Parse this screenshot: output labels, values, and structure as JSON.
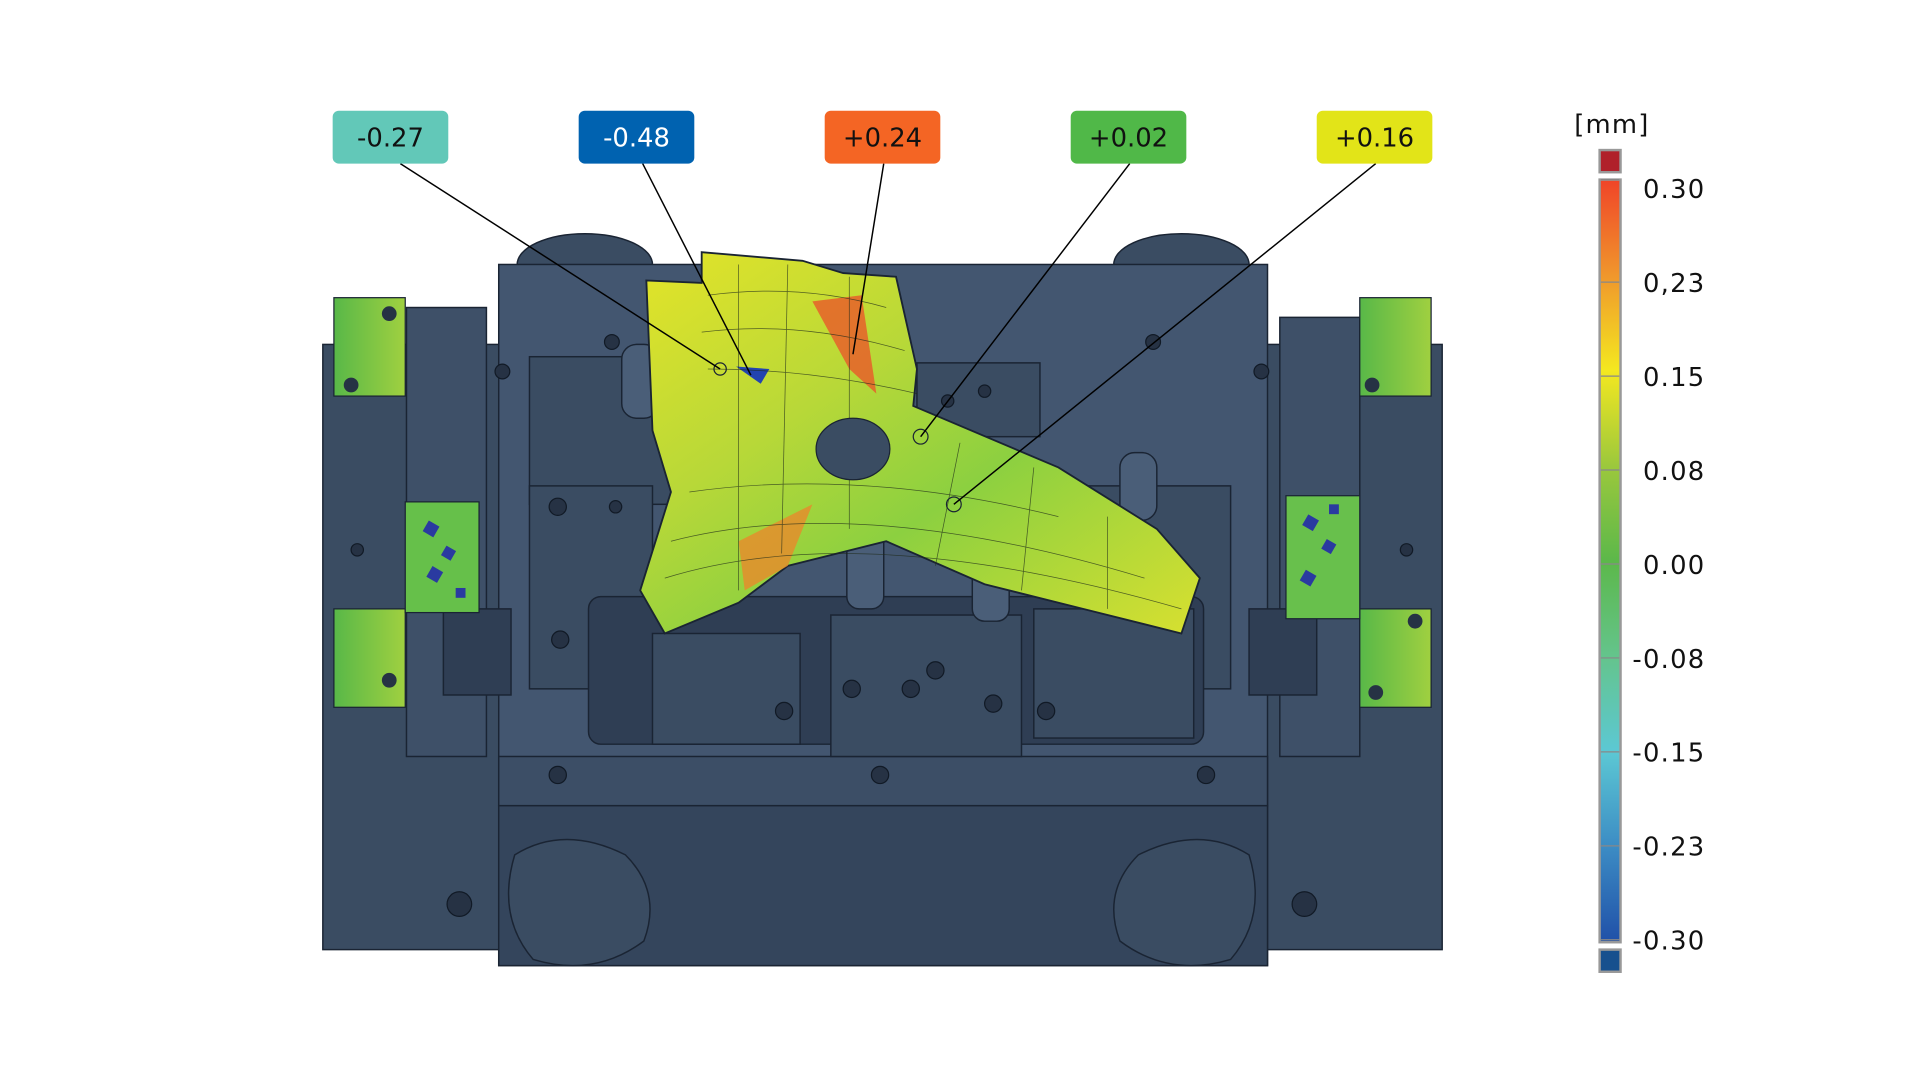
{
  "callouts": [
    {
      "text": "-0.27",
      "bg": "#62c8b8",
      "fg": "#111111"
    },
    {
      "text": "-0.48",
      "bg": "#0062b0",
      "fg": "#ffffff"
    },
    {
      "text": "+0.24",
      "bg": "#f46524",
      "fg": "#111111"
    },
    {
      "text": "+0.02",
      "bg": "#50b848",
      "fg": "#111111"
    },
    {
      "text": "+0.16",
      "bg": "#e2e418",
      "fg": "#111111"
    }
  ],
  "legend": {
    "unit": "[mm]",
    "ticks": [
      "0.30",
      "0,23",
      "0.15",
      "0.08",
      "0.00",
      "-0.08",
      "-0.15",
      "-0.23",
      "-0.30"
    ],
    "over_color": "#b0202a",
    "under_color": "#17508e",
    "gradient": [
      "#f04428",
      "#f0962c",
      "#f4e820",
      "#9cc83c",
      "#5cb84a",
      "#64c48c",
      "#5cc8d4",
      "#3c8cc4",
      "#2050a8"
    ]
  },
  "colors": {
    "fixture": "#3e5068",
    "fixture_dark": "#2c3a4e",
    "fixture_light": "#4c6078"
  }
}
